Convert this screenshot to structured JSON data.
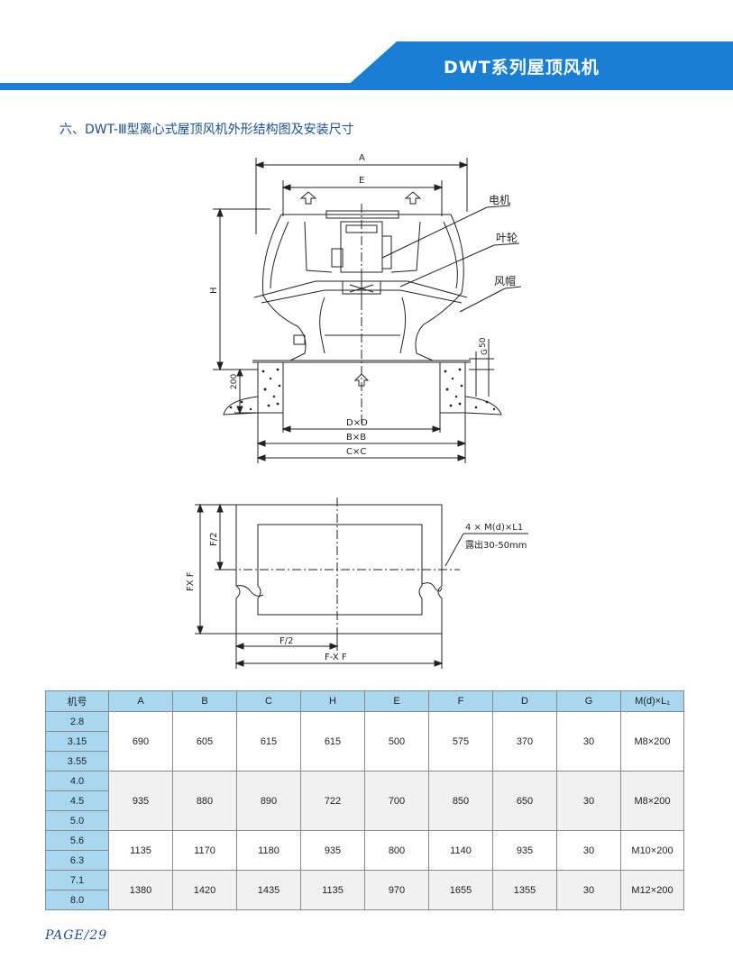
{
  "header": {
    "title": "DWT系列屋顶风机",
    "band_color": "#1a7fd4"
  },
  "section": {
    "title": "六、DWT-Ⅲ型离心式屋顶风机外形结构图及安装尺寸"
  },
  "drawing_top": {
    "dim_A": "A",
    "dim_E": "E",
    "dim_H": "H",
    "dim_200": "200",
    "dim_G": "G",
    "dim_50": "50",
    "dim_DxD": "D×D",
    "dim_BxB": "B×B",
    "dim_CxC": "C×C",
    "callout_motor": "电机",
    "callout_impeller": "叶轮",
    "callout_hood": "风帽"
  },
  "drawing_plan": {
    "dim_F2_v": "F/2",
    "dim_FxF_v": "FX F",
    "dim_F2_h": "F/2",
    "dim_FxF_h": "F-X F",
    "callout_bolt": "4 × M(d)×L1",
    "callout_expose": "露出30-50mm"
  },
  "table": {
    "headers": [
      "机号",
      "A",
      "B",
      "C",
      "H",
      "E",
      "F",
      "D",
      "G",
      "M(d)×L₁"
    ],
    "groups": [
      {
        "models": [
          "2.8",
          "3.15",
          "3.55"
        ],
        "values": [
          "690",
          "605",
          "615",
          "615",
          "500",
          "575",
          "370",
          "30",
          "M8×200"
        ]
      },
      {
        "models": [
          "4.0",
          "4.5",
          "5.0"
        ],
        "values": [
          "935",
          "880",
          "890",
          "722",
          "700",
          "850",
          "650",
          "30",
          "M8×200"
        ]
      },
      {
        "models": [
          "5.6",
          "6.3"
        ],
        "values": [
          "1135",
          "1170",
          "1180",
          "935",
          "800",
          "1140",
          "935",
          "30",
          "M10×200"
        ]
      },
      {
        "models": [
          "7.1",
          "8.0"
        ],
        "values": [
          "1380",
          "1420",
          "1435",
          "1135",
          "970",
          "1655",
          "1355",
          "30",
          "M12×200"
        ]
      }
    ]
  },
  "footer": {
    "page": "PAGE/29"
  }
}
